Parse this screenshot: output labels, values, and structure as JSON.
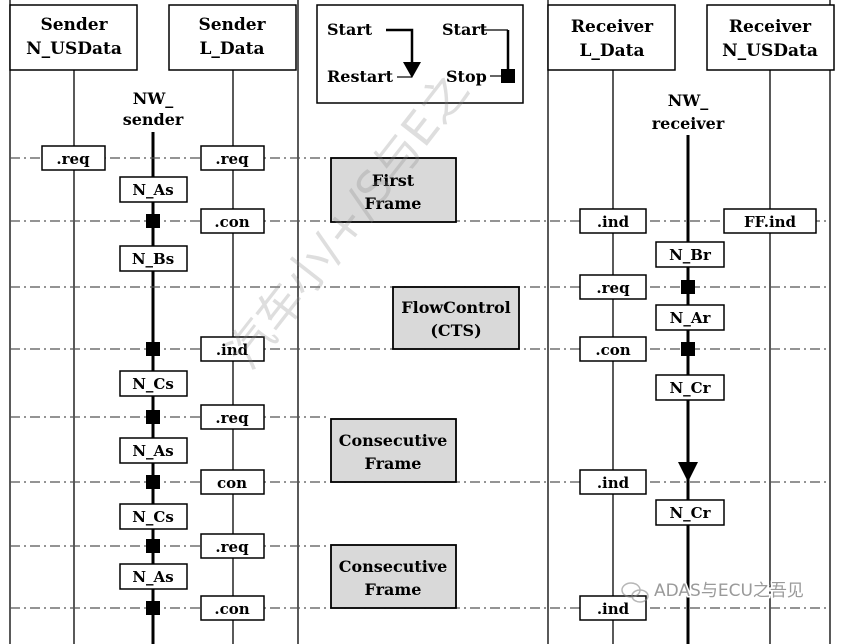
{
  "headers": {
    "sender_n_usdata": [
      "Sender",
      "N_USData"
    ],
    "sender_l_data": [
      "Sender",
      "L_Data"
    ],
    "receiver_l_data": [
      "Receiver",
      "L_Data"
    ],
    "receiver_n_usdata": [
      "Receiver",
      "N_USData"
    ]
  },
  "nw": {
    "sender": [
      "NW_",
      "sender"
    ],
    "receiver": [
      "NW_",
      "receiver"
    ]
  },
  "legend": {
    "start": "Start",
    "restart": "Restart",
    "start2": "Start",
    "stop": "Stop"
  },
  "frames": {
    "first": [
      "First",
      "Frame"
    ],
    "flowcontrol": [
      "FlowControl",
      "(CTS)"
    ],
    "consecutive1": [
      "Consecutive",
      "Frame"
    ],
    "consecutive2": [
      "Consecutive",
      "Frame"
    ]
  },
  "sender_labels": {
    "req1": ".req",
    "req_l1": ".req",
    "n_as1": "N_As",
    "con1": ".con",
    "n_bs": "N_Bs",
    "ind1": ".ind",
    "n_cs1": "N_Cs",
    "req_l2": ".req",
    "n_as2": "N_As",
    "con2": "con",
    "n_cs2": "N_Cs",
    "req_l3": ".req",
    "n_as3": "N_As",
    "con3": ".con"
  },
  "receiver_labels": {
    "ind1": ".ind",
    "ff_ind": "FF.ind",
    "n_br": "N_Br",
    "req": ".req",
    "n_ar": "N_Ar",
    "con": ".con",
    "n_cr1": "N_Cr",
    "ind2": ".ind",
    "n_cr2": "N_Cr",
    "ind3": ".ind"
  },
  "watermark": {
    "diagonal": "汽车小/+/S与E之",
    "corner": "ADAS与ECU之吾见"
  }
}
